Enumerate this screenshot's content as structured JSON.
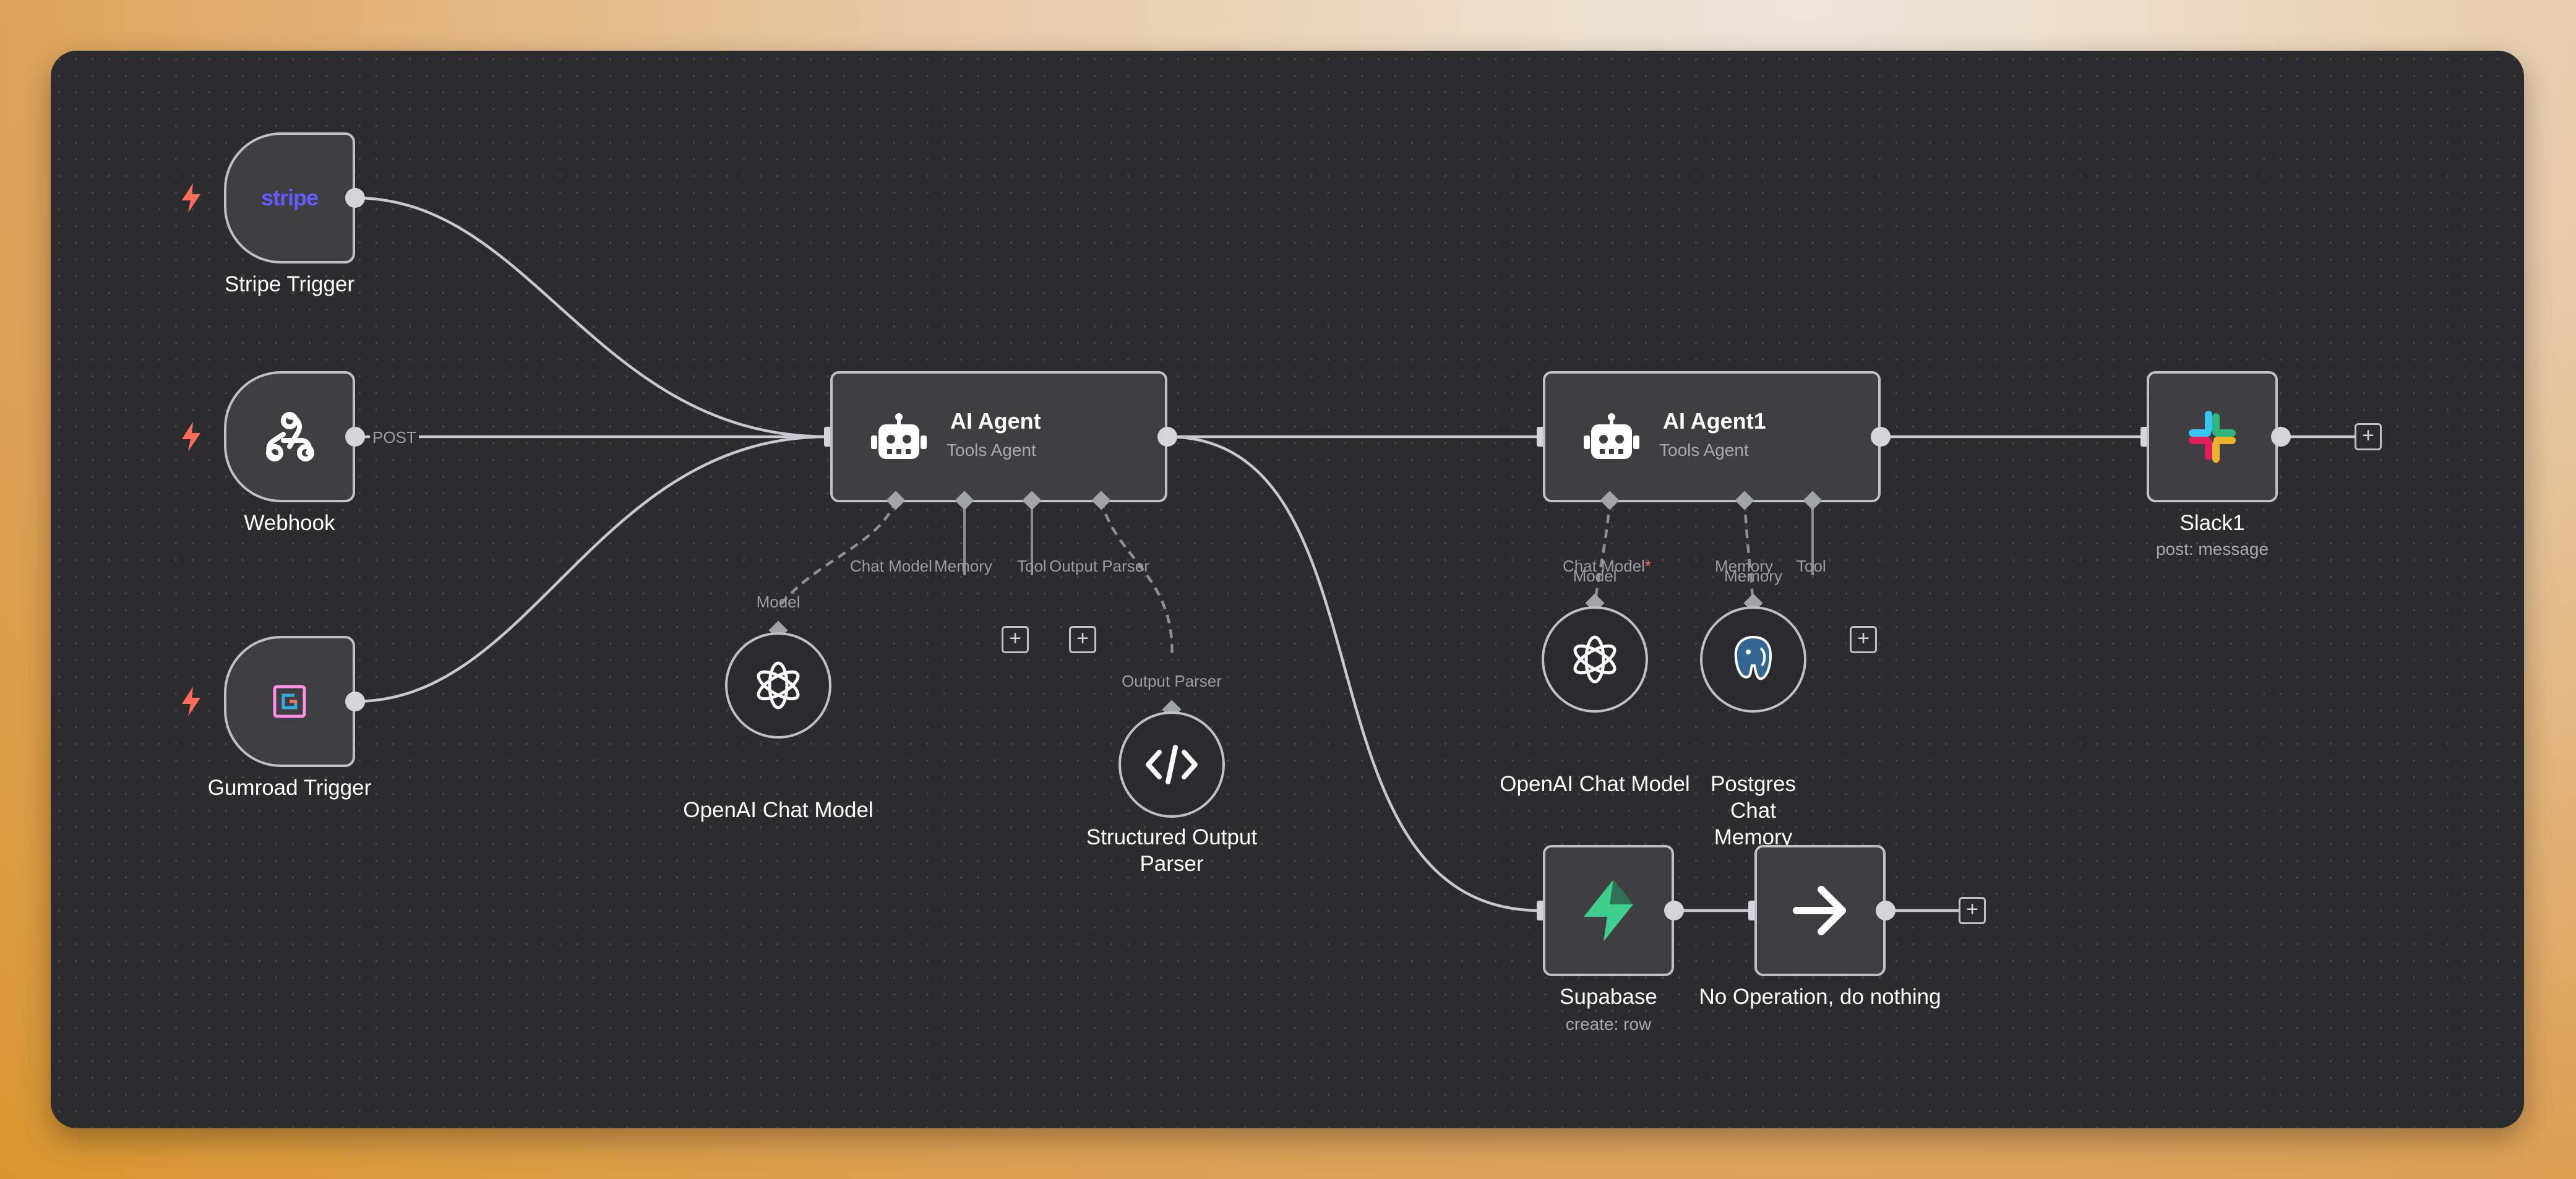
{
  "workflow": {
    "nodes": {
      "stripe_trigger": {
        "label": "Stripe Trigger",
        "logo_text": "stripe",
        "icon": "stripe-logo-icon"
      },
      "webhook": {
        "label": "Webhook",
        "output_label": "POST",
        "icon": "webhook-icon"
      },
      "gumroad_trigger": {
        "label": "Gumroad Trigger",
        "icon": "gumroad-logo-icon"
      },
      "ai_agent": {
        "title": "AI Agent",
        "subtitle": "Tools Agent",
        "icon": "robot-icon",
        "ports": {
          "chat_model": "Chat Model",
          "memory": "Memory",
          "tool": "Tool",
          "output_parser": "Output Parser"
        }
      },
      "openai_chat_model": {
        "label": "OpenAI Chat Model",
        "port_label": "Model",
        "icon": "openai-icon"
      },
      "structured_output_parser": {
        "label": "Structured Output Parser",
        "port_label": "Output Parser",
        "icon": "code-icon"
      },
      "ai_agent1": {
        "title": "AI Agent1",
        "subtitle": "Tools Agent",
        "icon": "robot-icon",
        "ports": {
          "chat_model": "Chat Model",
          "required_marker": "*",
          "memory": "Memory",
          "tool": "Tool"
        }
      },
      "openai_chat_model1": {
        "label": "OpenAI Chat Model",
        "port_label": "Model",
        "icon": "openai-icon"
      },
      "postgres_chat_memory": {
        "label": "Postgres Chat Memory",
        "port_label": "Memory",
        "icon": "postgres-icon"
      },
      "slack1": {
        "label": "Slack1",
        "subtitle": "post: message",
        "icon": "slack-icon"
      },
      "supabase": {
        "label": "Supabase",
        "subtitle": "create: row",
        "icon": "supabase-icon"
      },
      "no_op": {
        "label": "No Operation, do nothing",
        "icon": "arrow-right-icon"
      }
    },
    "add_button": "+",
    "trigger_icon": "lightning-bolt-icon"
  },
  "colors": {
    "canvas": "#2c2c2e",
    "node_fill": "#3f3f42",
    "node_border": "#c0c0c6",
    "edge": "#c8c8ce",
    "trigger_bolt": "#ff6d5a",
    "required_marker": "#ff6b6b",
    "stripe": "#635bff",
    "supabase": "#3ecf8e"
  }
}
